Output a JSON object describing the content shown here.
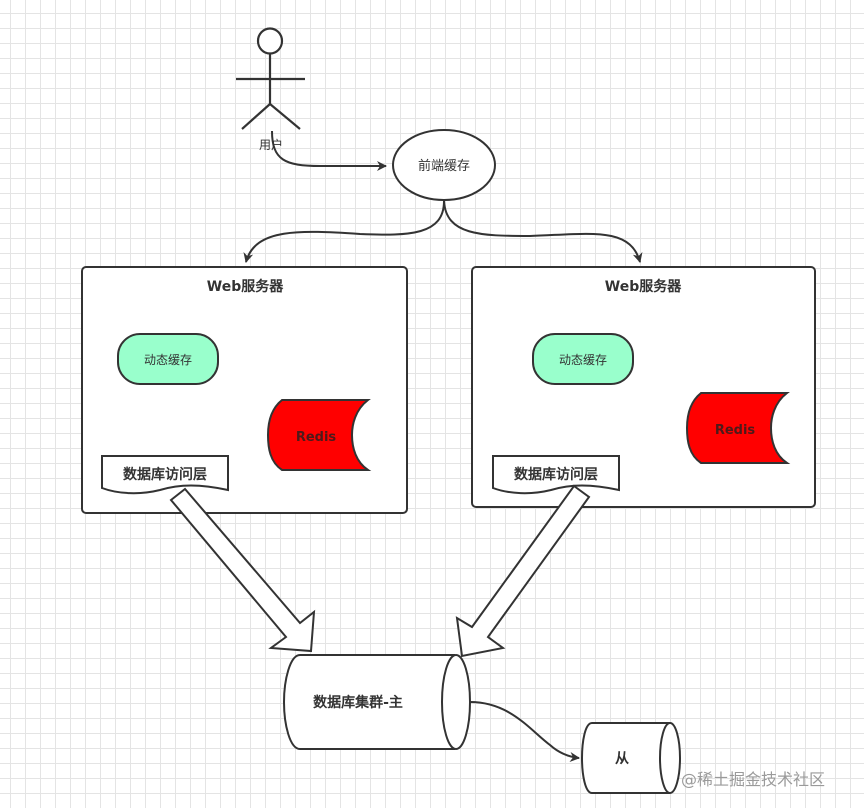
{
  "diagram": {
    "title": "",
    "user": {
      "label": "用户",
      "icon": "stick-figure-icon"
    },
    "frontend_cache": {
      "label": "前端缓存"
    },
    "web_servers": [
      {
        "title": "Web服务器",
        "dynamic_cache": "动态缓存",
        "redis": "Redis",
        "db_access_layer": "数据库访问层"
      },
      {
        "title": "Web服务器",
        "dynamic_cache": "动态缓存",
        "redis": "Redis",
        "db_access_layer": "数据库访问层"
      }
    ],
    "db_master": {
      "label": "数据库集群-主"
    },
    "db_slave": {
      "label": "从"
    },
    "edges": [
      {
        "from": "用户",
        "to": "前端缓存"
      },
      {
        "from": "前端缓存",
        "to": "Web服务器 (左)"
      },
      {
        "from": "前端缓存",
        "to": "Web服务器 (右)"
      },
      {
        "from": "数据库访问层 (左)",
        "to": "数据库集群-主",
        "style": "block-arrow"
      },
      {
        "from": "数据库访问层 (右)",
        "to": "数据库集群-主",
        "style": "block-arrow"
      },
      {
        "from": "数据库集群-主",
        "to": "从"
      }
    ],
    "colors": {
      "stroke": "#333333",
      "dynamic_cache_fill": "#99ffcc",
      "redis_fill": "#ff0000",
      "redis_text": "#4d1a1a",
      "grid": "#e4e4e4"
    }
  },
  "watermark": "@稀土掘金技术社区"
}
